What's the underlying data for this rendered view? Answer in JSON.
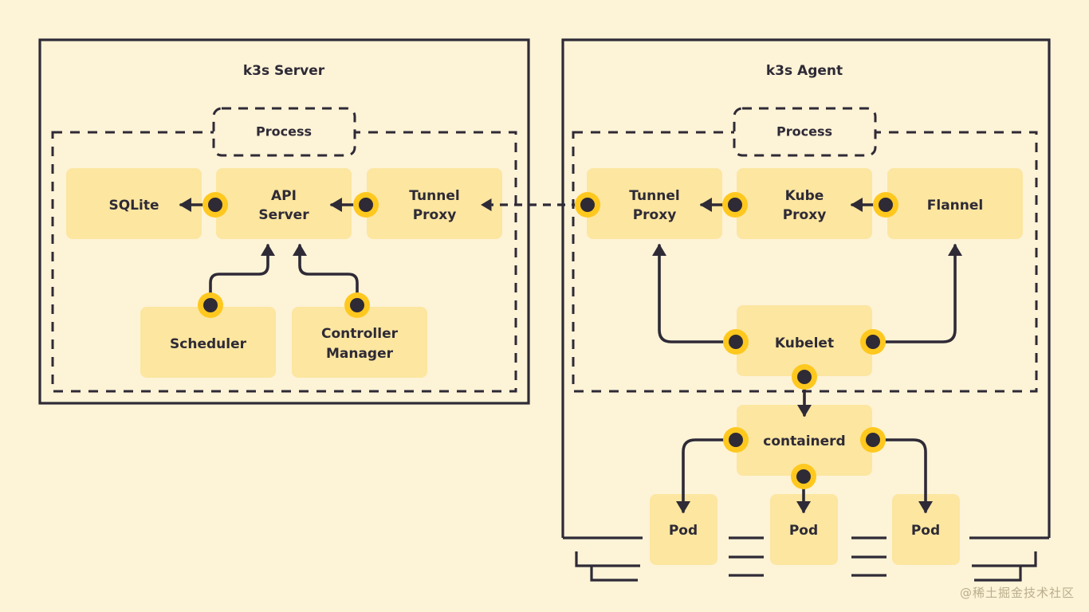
{
  "page": {
    "background_color": "#FDF3D7",
    "box_fill_color": "#FCE6A0",
    "ink_color": "#2E2A36",
    "accent_color": "#FFC81E",
    "watermark": "@稀土掘金技术社区"
  },
  "groups": [
    {
      "id": "server",
      "title": "k3s Server",
      "process_label": "Process"
    },
    {
      "id": "agent",
      "title": "k3s Agent",
      "process_label": "Process"
    }
  ],
  "server": {
    "title": "k3s Server",
    "process_label": "Process",
    "nodes": [
      {
        "id": "sqlite",
        "label": "SQLite"
      },
      {
        "id": "api-server",
        "label": "API\nServer",
        "line1": "API",
        "line2": "Server"
      },
      {
        "id": "tunnel-proxy",
        "label": "Tunnel\nProxy",
        "line1": "Tunnel",
        "line2": "Proxy"
      },
      {
        "id": "scheduler",
        "label": "Scheduler"
      },
      {
        "id": "controller-manager",
        "label": "Controller\nManager",
        "line1": "Controller",
        "line2": "Manager"
      }
    ]
  },
  "agent": {
    "title": "k3s Agent",
    "process_label": "Process",
    "nodes": [
      {
        "id": "tunnel-proxy",
        "label": "Tunnel\nProxy",
        "line1": "Tunnel",
        "line2": "Proxy"
      },
      {
        "id": "kube-proxy",
        "label": "Kube\nProxy",
        "line1": "Kube",
        "line2": "Proxy"
      },
      {
        "id": "flannel",
        "label": "Flannel"
      },
      {
        "id": "kubelet",
        "label": "Kubelet"
      },
      {
        "id": "containerd",
        "label": "containerd"
      },
      {
        "id": "pod-1",
        "label": "Pod"
      },
      {
        "id": "pod-2",
        "label": "Pod"
      },
      {
        "id": "pod-3",
        "label": "Pod"
      }
    ]
  },
  "connections": [
    {
      "from": "api-server",
      "to": "sqlite",
      "style": "solid-arrow"
    },
    {
      "from": "tunnel-proxy",
      "to": "api-server",
      "style": "solid-arrow"
    },
    {
      "from": "scheduler",
      "to": "api-server",
      "style": "curve-arrow"
    },
    {
      "from": "controller-manager",
      "to": "api-server",
      "style": "curve-arrow"
    },
    {
      "from": "agent-tunnel-proxy",
      "to": "server-tunnel-proxy",
      "style": "dashed-arrow"
    },
    {
      "from": "kube-proxy",
      "to": "tunnel-proxy",
      "style": "solid-arrow"
    },
    {
      "from": "flannel",
      "to": "kube-proxy",
      "style": "solid-arrow"
    },
    {
      "from": "kubelet",
      "to": "tunnel-proxy",
      "style": "elbow-arrow"
    },
    {
      "from": "kubelet",
      "to": "flannel",
      "style": "elbow-arrow"
    },
    {
      "from": "kubelet",
      "to": "containerd",
      "style": "solid-arrow"
    },
    {
      "from": "containerd",
      "to": "pod-1",
      "style": "elbow-arrow"
    },
    {
      "from": "containerd",
      "to": "pod-2",
      "style": "solid-arrow"
    },
    {
      "from": "containerd",
      "to": "pod-3",
      "style": "elbow-arrow"
    }
  ]
}
